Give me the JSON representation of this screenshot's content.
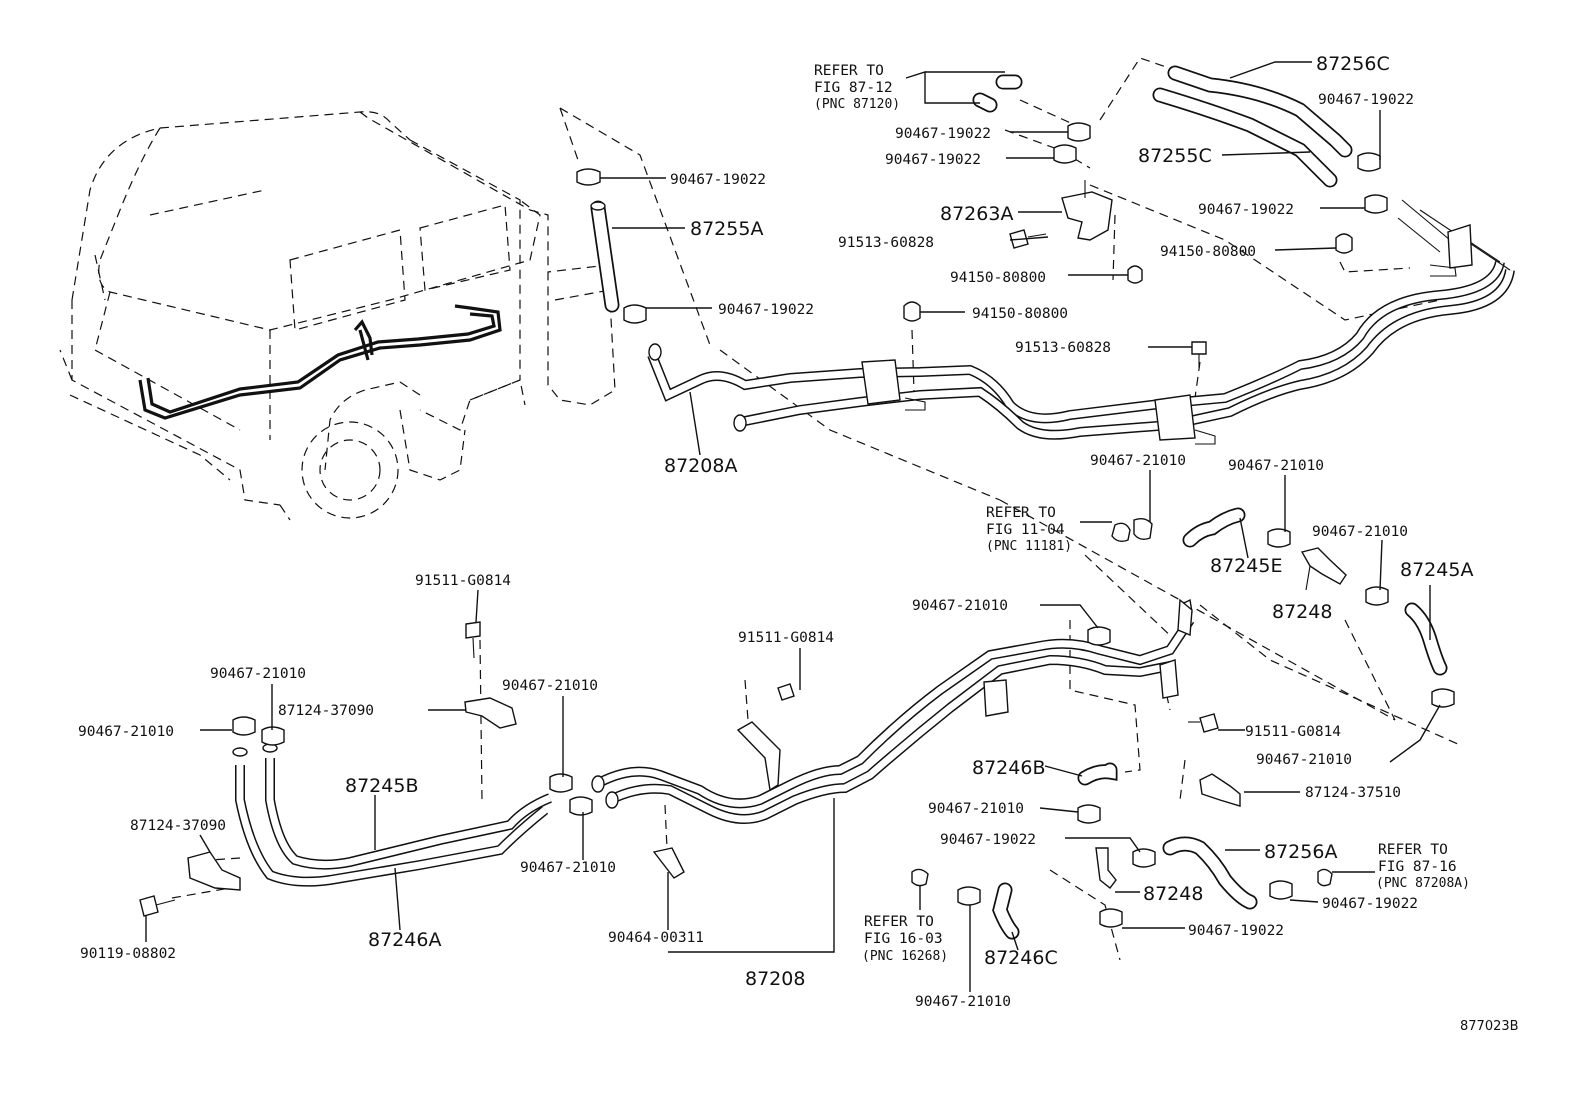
{
  "diagram": {
    "figure_code": "877023B",
    "labels": {
      "l_90467_19022_a": "90467-19022",
      "l_87255A": "87255A",
      "l_90467_19022_b": "90467-19022",
      "l_87208A": "87208A",
      "l_ref_87_12_1": "REFER TO",
      "l_ref_87_12_2": "FIG 87-12",
      "l_ref_87_12_3": "(PNC 87120)",
      "l_90467_19022_c": "90467-19022",
      "l_90467_19022_d": "90467-19022",
      "l_87256C": "87256C",
      "l_90467_19022_e": "90467-19022",
      "l_87255C": "87255C",
      "l_90467_19022_f": "90467-19022",
      "l_87263A": "87263A",
      "l_91513_60828_a": "91513-60828",
      "l_94150_80800_a": "94150-80800",
      "l_94150_80800_b": "94150-80800",
      "l_94150_80800_c": "94150-80800",
      "l_91513_60828_b": "91513-60828",
      "l_90467_21010_a": "90467-21010",
      "l_90467_21010_b": "90467-21010",
      "l_ref_11_04_1": "REFER TO",
      "l_ref_11_04_2": "FIG 11-04",
      "l_ref_11_04_3": "(PNC 11181)",
      "l_87245E": "87245E",
      "l_90467_21010_c": "90467-21010",
      "l_87245A": "87245A",
      "l_87248_a": "87248",
      "l_90467_21010_d": "90467-21010",
      "l_91511_G0814_a": "91511-G0814",
      "l_90467_21010_e": "90467-21010",
      "l_91511_G0814_b": "91511-G0814",
      "l_90467_21010_f": "90467-21010",
      "l_87124_37090_a": "87124-37090",
      "l_90467_21010_g": "90467-21010",
      "l_90467_21010_h": "90467-21010",
      "l_87245B": "87245B",
      "l_87124_37090_b": "87124-37090",
      "l_90119_08802": "90119-08802",
      "l_87246A": "87246A",
      "l_90467_21010_i": "90467-21010",
      "l_90464_00311": "90464-00311",
      "l_87208": "87208",
      "l_91511_G0814_c": "91511-G0814",
      "l_87246B": "87246B",
      "l_90467_21010_j": "90467-21010",
      "l_87124_37510": "87124-37510",
      "l_90467_19022_g": "90467-19022",
      "l_87256A": "87256A",
      "l_ref_87_16_1": "REFER TO",
      "l_ref_87_16_2": "FIG 87-16",
      "l_ref_87_16_3": "(PNC 87208A)",
      "l_87248_b": "87248",
      "l_90467_19022_h": "90467-19022",
      "l_90467_19022_i": "90467-19022",
      "l_ref_16_03_1": "REFER TO",
      "l_ref_16_03_2": "FIG 16-03",
      "l_ref_16_03_3": "(PNC 16268)",
      "l_87246C": "87246C",
      "l_90467_21010_k": "90467-21010"
    }
  }
}
